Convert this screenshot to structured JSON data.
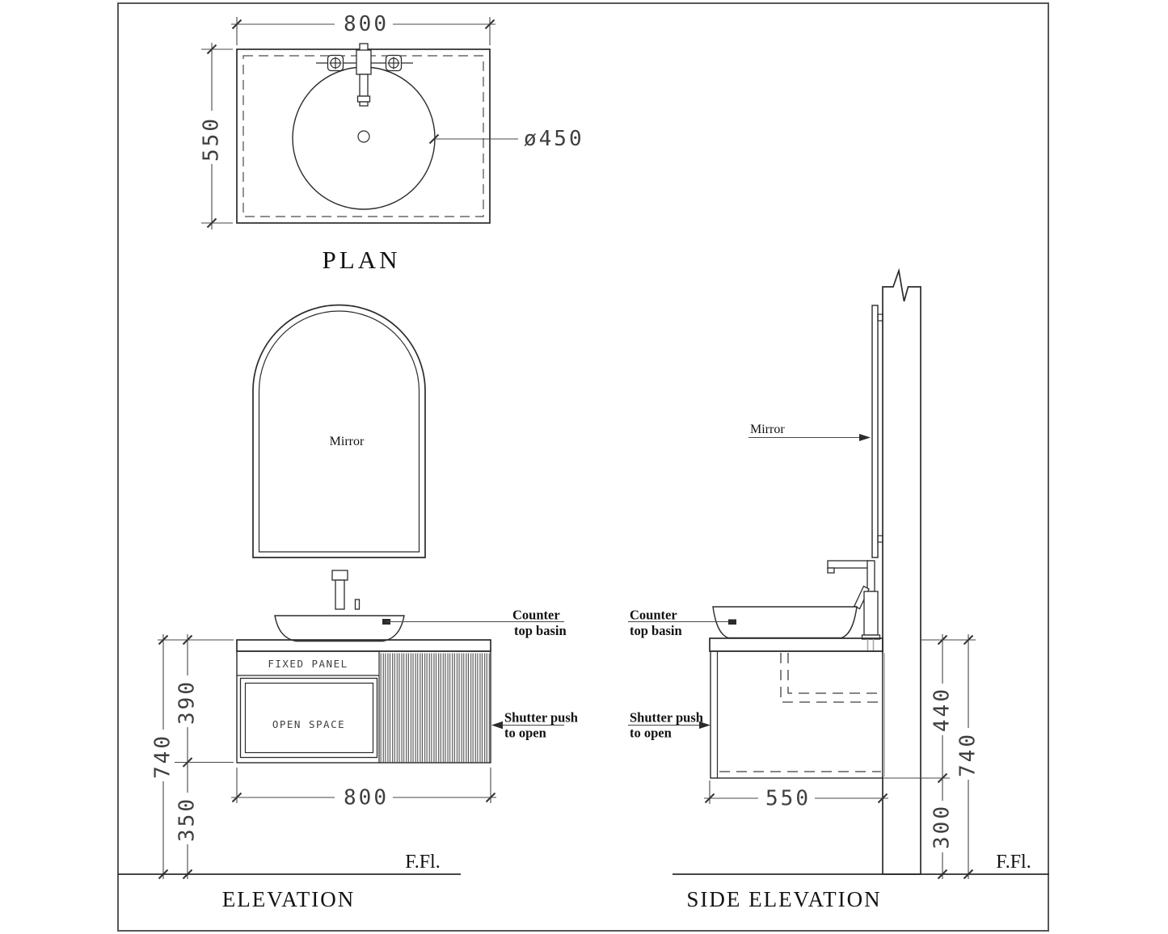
{
  "plan": {
    "title": "PLAN",
    "dim_width": "800",
    "dim_depth": "550",
    "basin_diameter": "ø450"
  },
  "elevation": {
    "title": "ELEVATION",
    "mirror_label": "Mirror",
    "counter_label_line1": "Counter",
    "counter_label_line2": "top basin",
    "fixed_panel_label": "FIXED PANEL",
    "open_space_label": "OPEN SPACE",
    "shutter_label_line1": "Shutter push",
    "shutter_label_line2": "to open",
    "dim_unit_height": "390",
    "dim_total_height": "740",
    "dim_clearance": "350",
    "dim_width": "800",
    "floor_label": "F.Fl."
  },
  "side_elevation": {
    "title": "SIDE ELEVATION",
    "mirror_label": "Mirror",
    "counter_label_line1": "Counter",
    "counter_label_line2": "top basin",
    "shutter_label_line1": "Shutter push",
    "shutter_label_line2": "to open",
    "dim_unit_height": "440",
    "dim_clearance": "300",
    "dim_total_height": "740",
    "dim_depth": "550",
    "floor_label": "F.Fl."
  },
  "colors": {
    "line": "#2b2b2b",
    "dimension": "#474747",
    "hatch": "#6e6e6e",
    "pipe_grey": "#a8a8a8"
  }
}
